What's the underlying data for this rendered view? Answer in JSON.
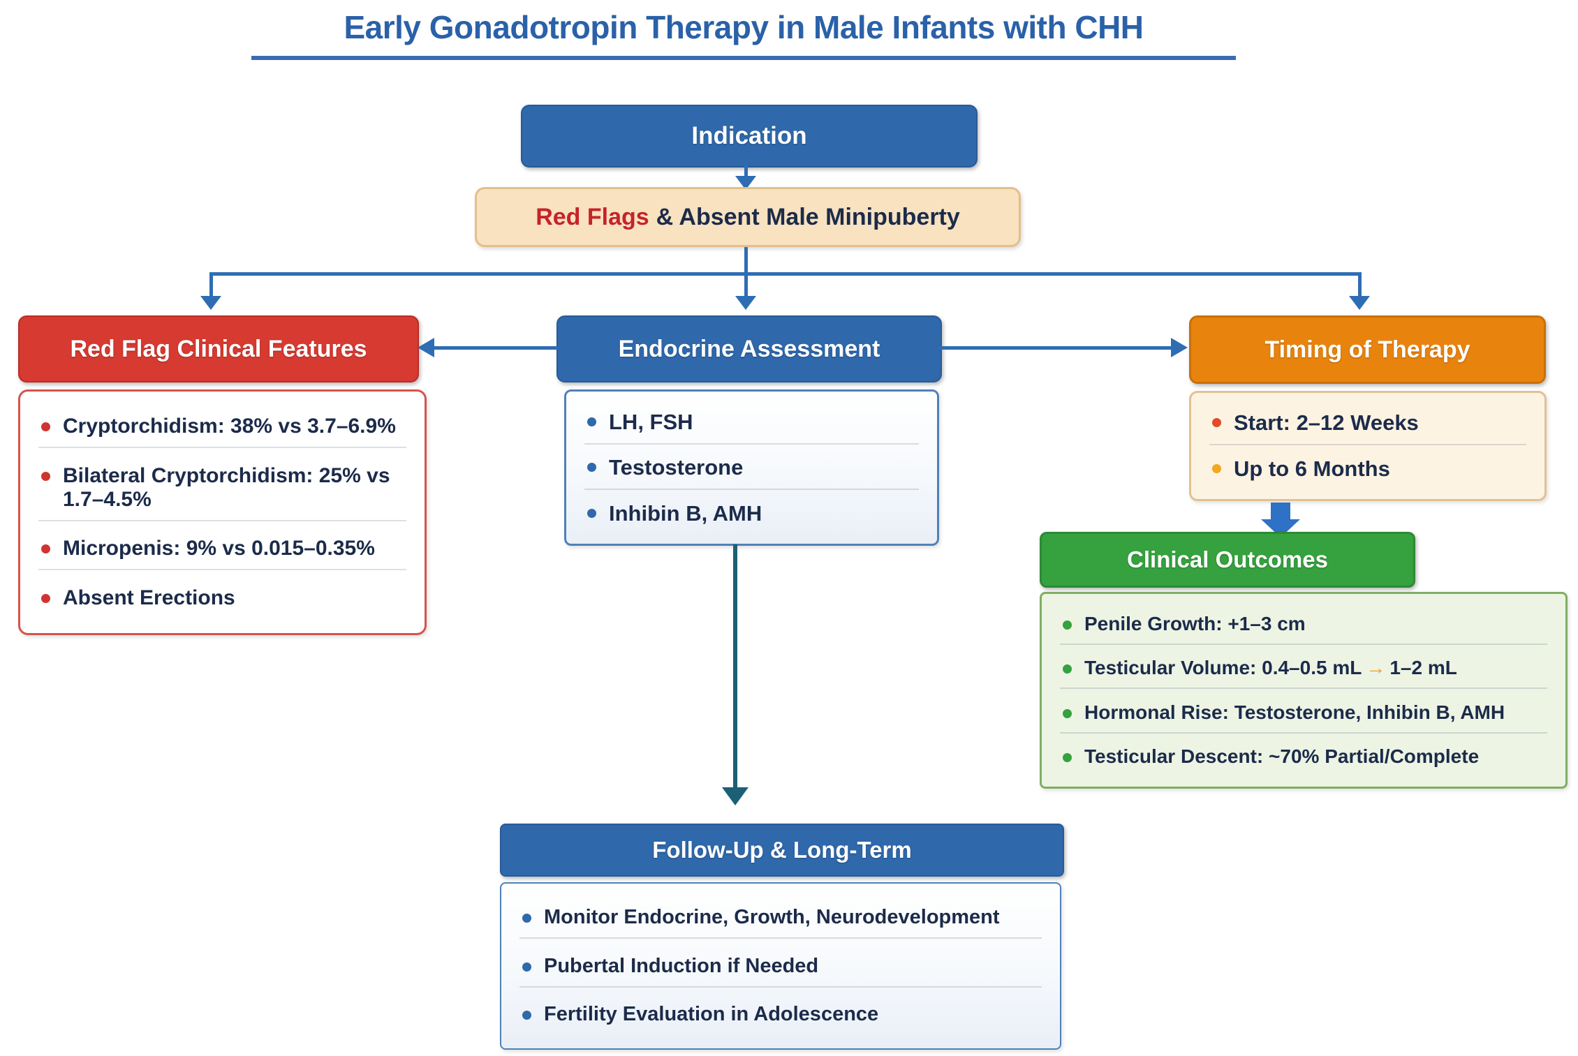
{
  "title": {
    "text": "Early Gonadotropin Therapy in Male Infants with CHH"
  },
  "indication": {
    "label": "Indication"
  },
  "red_flags": {
    "highlight": "Red Flags",
    "rest": "& Absent Male Minipuberty"
  },
  "red_flag_features": {
    "header": "Red Flag Clinical Features",
    "items": [
      "Cryptorchidism: 38% vs 3.7–6.9%",
      "Bilateral Cryptorchidism: 25% vs 1.7–4.5%",
      "Micropenis: 9% vs 0.015–0.35%",
      "Absent Erections"
    ]
  },
  "endocrine": {
    "header": "Endocrine Assessment",
    "items": [
      "LH, FSH",
      "Testosterone",
      "Inhibin B, AMH"
    ]
  },
  "timing": {
    "header": "Timing of Therapy",
    "items": [
      "Start: 2–12 Weeks",
      "Up to 6 Months"
    ]
  },
  "outcomes": {
    "header": "Clinical Outcomes",
    "items": [
      {
        "text": "Penile Growth: +1–3 cm"
      },
      {
        "pre": "Testicular Volume: 0.4–0.5 mL",
        "arrow": "→",
        "post": "1–2 mL"
      },
      {
        "text": "Hormonal Rise: Testosterone, Inhibin B, AMH"
      },
      {
        "text": "Testicular Descent: ~70% Partial/Complete"
      }
    ]
  },
  "followup": {
    "header": "Follow-Up & Long-Term",
    "items": [
      "Monitor Endocrine, Growth, Neurodevelopment",
      "Pubertal Induction if Needed",
      "Fertility Evaluation in Adolescence"
    ]
  },
  "colors": {
    "header_blue": "#2f68ab",
    "header_red": "#d63a30",
    "header_orange": "#e8840e",
    "header_green": "#35a13f",
    "connector_blue": "#2e6db4",
    "connector_teal": "#1b6075",
    "thick_arrow_blue": "#2f71c4",
    "cream_fill": "#f8e2c0",
    "light_cream_fill": "#fdf3e2",
    "light_green_fill": "#edf4e4",
    "accent_orange_arrow": "#f39c1f",
    "red_flags_text": "#c5232b",
    "body_text": "#1c2b4a"
  }
}
